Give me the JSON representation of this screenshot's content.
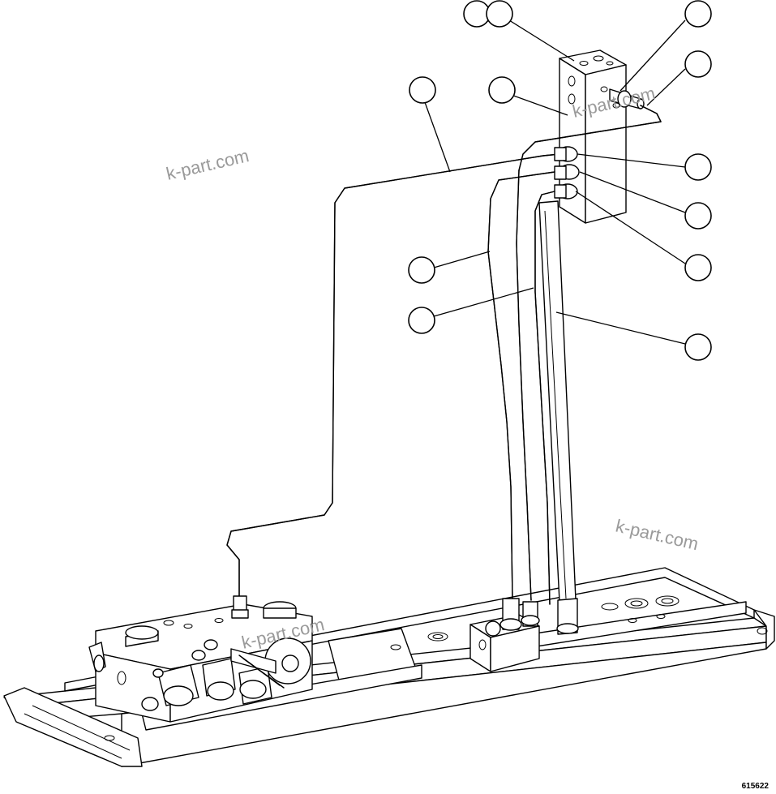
{
  "drawing_code": "615622",
  "watermarks": [
    "k-part.com",
    "k-part.com",
    "k-part.com",
    "k-part.com"
  ],
  "callouts": [
    {
      "id": "c1",
      "label": ""
    },
    {
      "id": "c2",
      "label": ""
    },
    {
      "id": "c3",
      "label": ""
    },
    {
      "id": "c4",
      "label": ""
    },
    {
      "id": "c5",
      "label": ""
    },
    {
      "id": "c6",
      "label": ""
    },
    {
      "id": "c7",
      "label": ""
    },
    {
      "id": "c8",
      "label": ""
    },
    {
      "id": "c9",
      "label": ""
    },
    {
      "id": "c10",
      "label": ""
    },
    {
      "id": "c11",
      "label": ""
    },
    {
      "id": "c12",
      "label": ""
    },
    {
      "id": "c13",
      "label": ""
    }
  ]
}
